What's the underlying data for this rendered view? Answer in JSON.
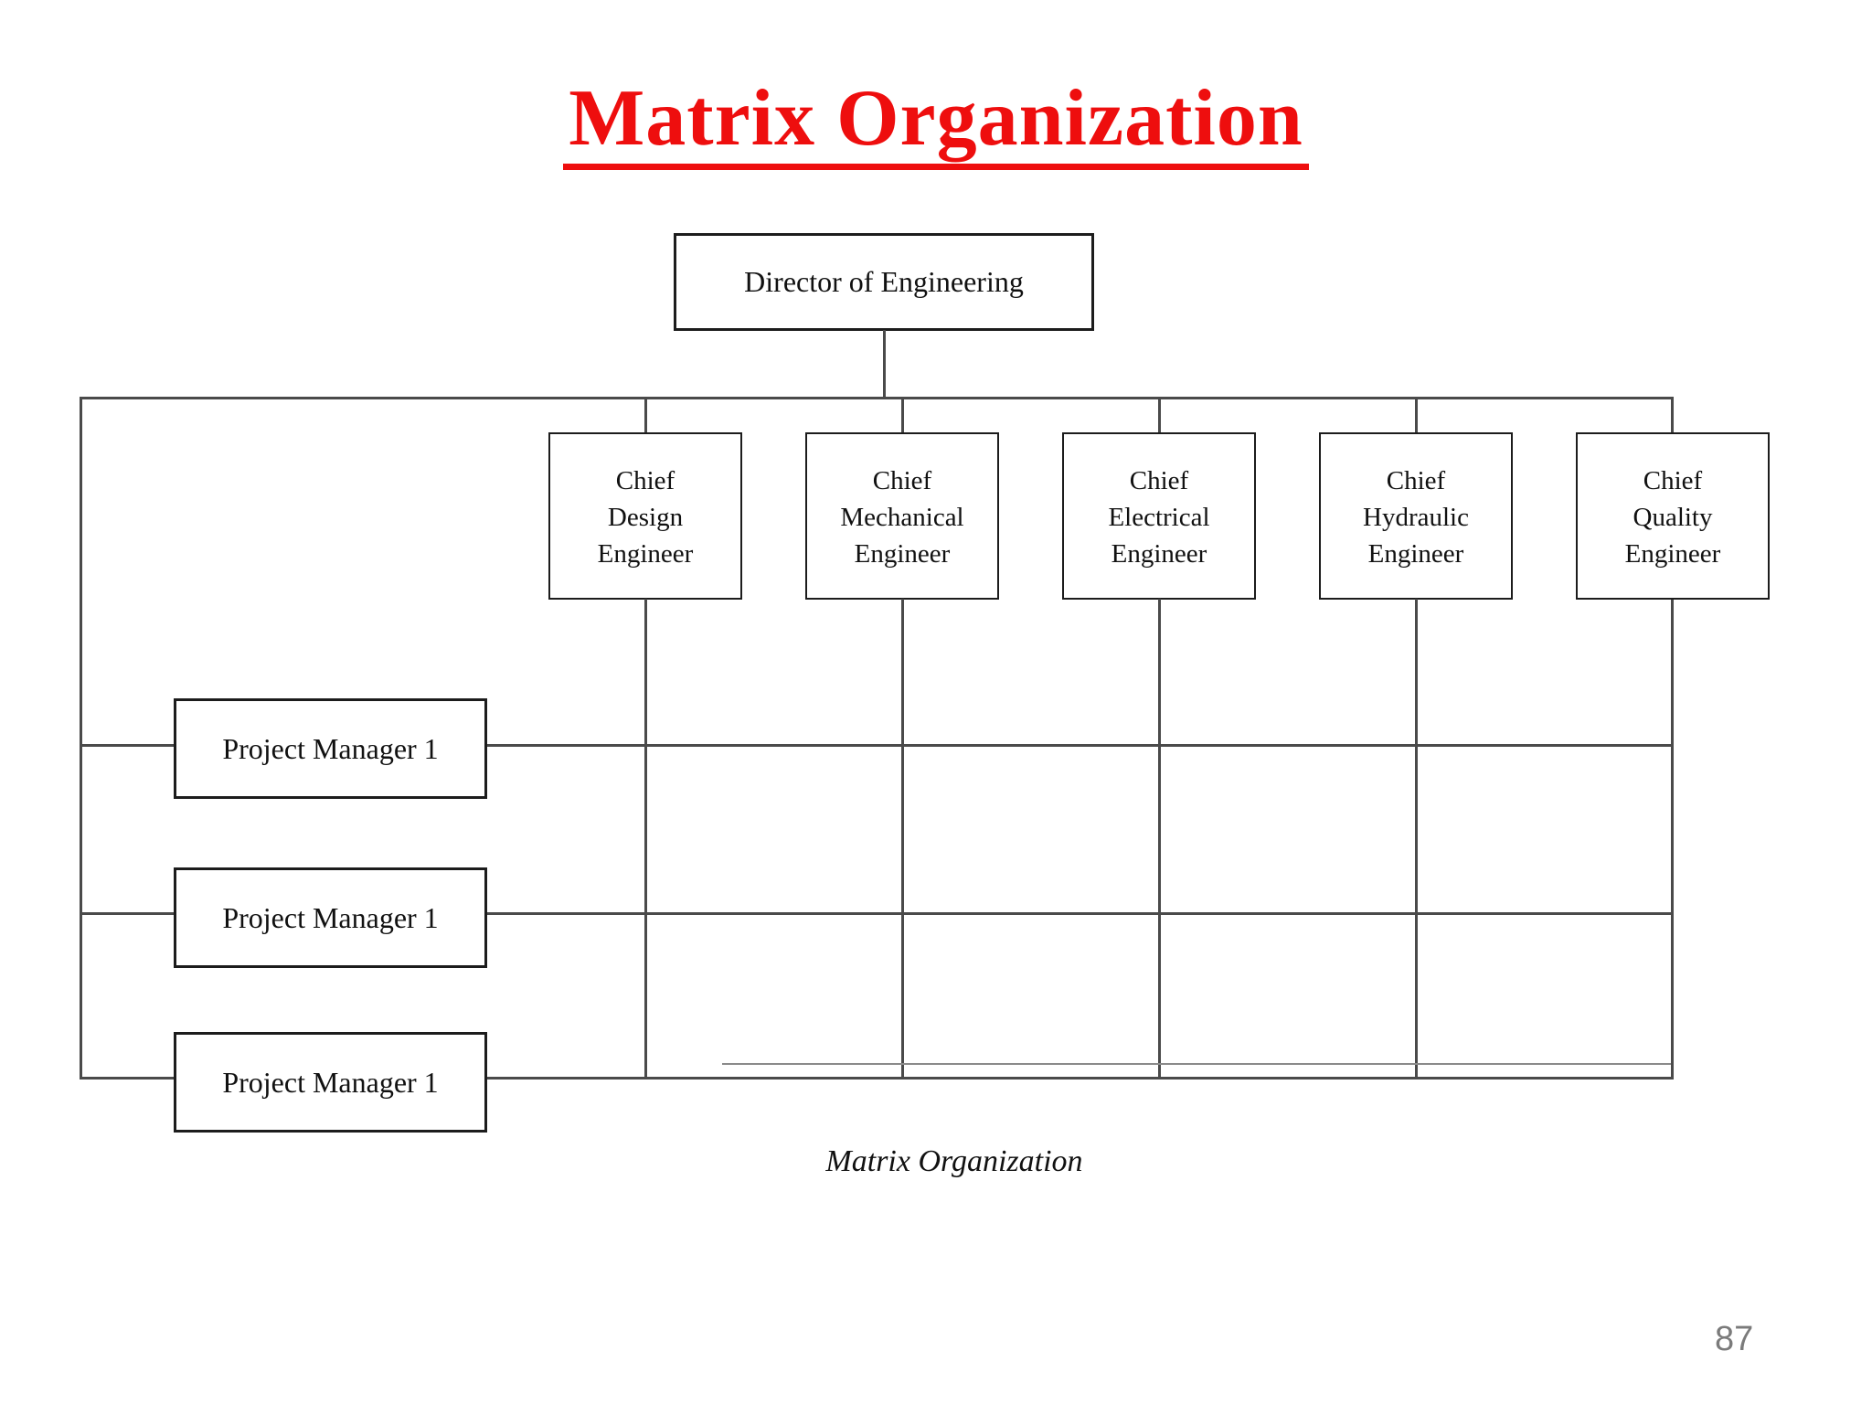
{
  "slide": {
    "title": "Matrix Organization",
    "caption": "Matrix Organization",
    "page_number": "87"
  },
  "theme": {
    "title_color": "#ee0e0e",
    "line_color": "#4a4a4a",
    "box_border_color": "#1c1c1c",
    "text_color": "#111111",
    "page_number_color": "#7b7b7b",
    "background": "#ffffff"
  },
  "diagram": {
    "director": {
      "label": "Director of Engineering"
    },
    "chiefs": [
      {
        "lines": [
          "Chief",
          "Design",
          "Engineer"
        ]
      },
      {
        "lines": [
          "Chief",
          "Mechanical",
          "Engineer"
        ]
      },
      {
        "lines": [
          "Chief",
          "Electrical",
          "Engineer"
        ]
      },
      {
        "lines": [
          "Chief",
          "Hydraulic",
          "Engineer"
        ]
      },
      {
        "lines": [
          "Chief",
          "Quality",
          "Engineer"
        ]
      }
    ],
    "project_managers": [
      {
        "label": "Project Manager 1"
      },
      {
        "label": "Project Manager 1"
      },
      {
        "label": "Project Manager 1"
      }
    ]
  }
}
